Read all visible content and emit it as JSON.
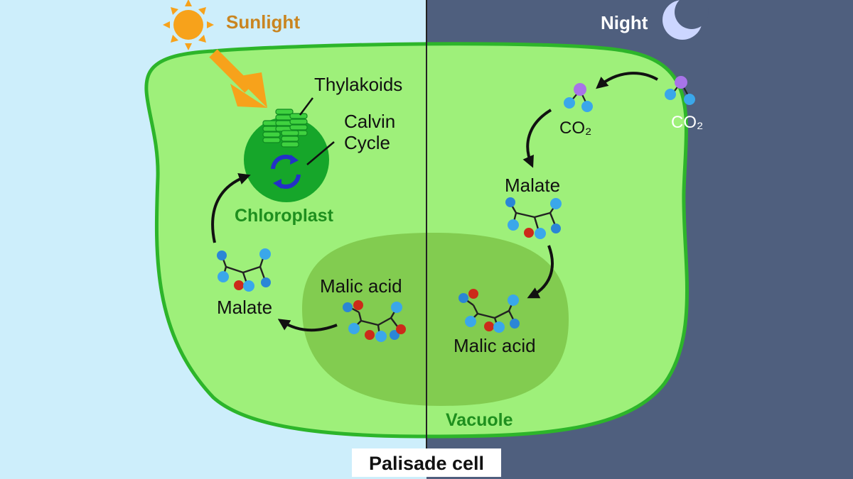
{
  "labels": {
    "sunlight": "Sunlight",
    "night": "Night",
    "thylakoids": "Thylakoids",
    "calvin_1": "Calvin",
    "calvin_2": "Cycle",
    "chloroplast": "Chloroplast",
    "malate_left": "Malate",
    "malic_acid_left": "Malic acid",
    "co2_inside": "CO₂",
    "co2_outside": "CO₂",
    "malate_right": "Malate",
    "malic_acid_right": "Malic acid",
    "vacuole": "Vacuole",
    "caption": "Palisade cell"
  },
  "colors": {
    "day_bg": "#cdeefb",
    "night_bg": "#4f5f7e",
    "cytoplasm": "#9ef07a",
    "cell_wall": "#2db52a",
    "vacuole": "#82cc50",
    "chloroplast": "#16a62a",
    "sun": "#f7a21b",
    "arrow": "#111111",
    "label_green": "#1e8f1e",
    "label_orange": "#c98520",
    "moon": "#ccd6ff",
    "atom_blue": "#2b86d6",
    "atom_light_blue": "#3aa7ea",
    "atom_red": "#cc2a1a",
    "atom_purple": "#a874e8"
  }
}
